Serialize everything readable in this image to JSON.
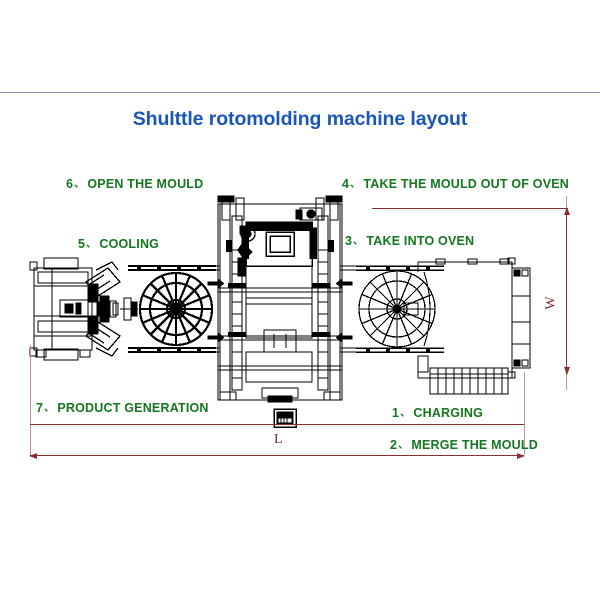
{
  "page": {
    "background": "#ffffff",
    "title": "Shulttle rotomolding machine layout",
    "title_color": "#1a56b8",
    "rule_color": "#8795ad",
    "label_color": "#14761f",
    "dimension_color": "#8c2f33",
    "drawing_color": "#000000"
  },
  "process_steps": [
    {
      "id": "step1",
      "number": "1",
      "separator": "、",
      "label": "CHARGING"
    },
    {
      "id": "step2",
      "number": "2",
      "separator": "、",
      "label": "MERGE THE MOULD"
    },
    {
      "id": "step3",
      "number": "3",
      "separator": "、",
      "label": "TAKE INTO OVEN"
    },
    {
      "id": "step4",
      "number": "4",
      "separator": "、",
      "label": "TAKE THE MOULD OUT OF OVEN"
    },
    {
      "id": "step5",
      "number": "5",
      "separator": "、",
      "label": "COOLING"
    },
    {
      "id": "step6",
      "number": "6",
      "separator": "、",
      "label": "OPEN THE MOULD"
    },
    {
      "id": "step7",
      "number": "7",
      "separator": "、",
      "label": "PRODUCT GENERATION"
    }
  ],
  "dimensions": {
    "length_label": "L",
    "width_label": "W"
  }
}
